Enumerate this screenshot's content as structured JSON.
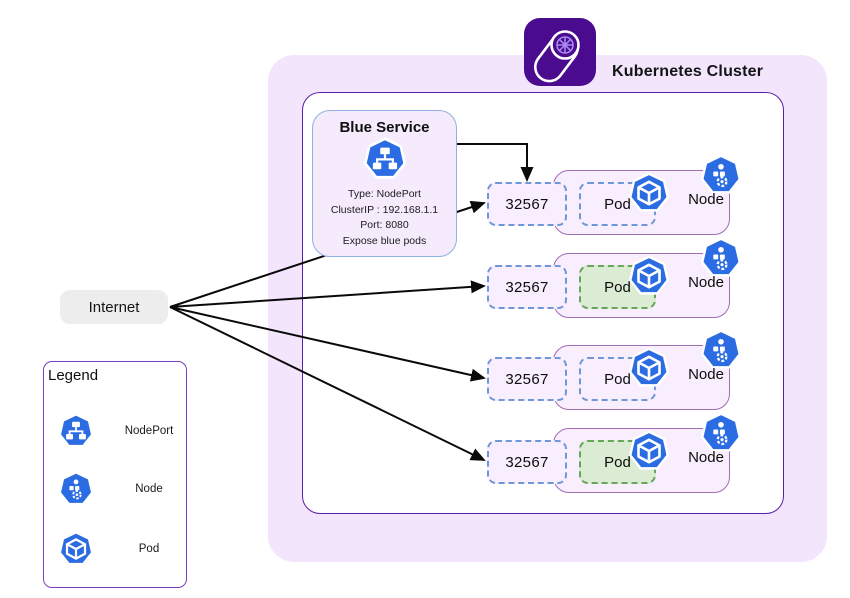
{
  "colors": {
    "outer_cluster_bg": "#f2e5fc",
    "inner_cluster_border": "#5a1fa8",
    "node_box_fill": "#f8eefd",
    "node_box_border": "#a06cb4",
    "port_dash_blue": "#6f97d8",
    "pod_green_fill": "#dcebd3",
    "pod_green_border": "#67a55b",
    "service_border": "#8fb0e0",
    "kubernetes_icon_purple": "#4a0b8e",
    "icon_blue": "#2b6ce2",
    "arrow_black": "#0a0a0a"
  },
  "cluster": {
    "label": "Kubernetes Cluster",
    "service": {
      "title": "Blue Service",
      "line_type": "Type: NodePort",
      "line_cluster_ip": "ClusterIP : 192.168.1.1",
      "line_port": "Port: 8080",
      "line_expose": "Expose blue pods"
    },
    "nodes": [
      {
        "port": "32567",
        "pod_label": "Pod",
        "node_label": "Node",
        "pod_style": "blue"
      },
      {
        "port": "32567",
        "pod_label": "Pod",
        "node_label": "Node",
        "pod_style": "green"
      },
      {
        "port": "32567",
        "pod_label": "Pod",
        "node_label": "Node",
        "pod_style": "blue"
      },
      {
        "port": "32567",
        "pod_label": "Pod",
        "node_label": "Node",
        "pod_style": "green"
      }
    ]
  },
  "internet": {
    "label": "Internet"
  },
  "legend": {
    "title": "Legend",
    "items": [
      {
        "icon": "nodeport-icon",
        "label": "NodePort"
      },
      {
        "icon": "node-icon",
        "label": "Node"
      },
      {
        "icon": "pod-icon",
        "label": "Pod"
      }
    ]
  }
}
